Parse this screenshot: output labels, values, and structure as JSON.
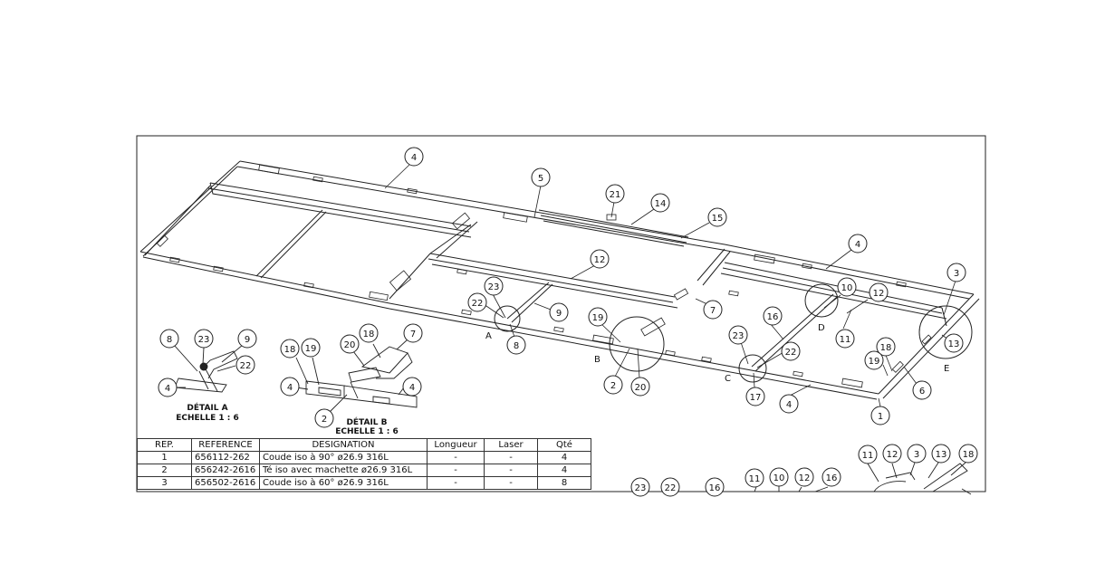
{
  "balloons": {
    "b1": "1",
    "b2": "2",
    "b3": "3",
    "b4": "4",
    "b5": "5",
    "b6": "6",
    "b7": "7",
    "b8": "8",
    "b9": "9",
    "b10": "10",
    "b11": "11",
    "b12": "12",
    "b13": "13",
    "b14": "14",
    "b15": "15",
    "b16": "16",
    "b17": "17",
    "b18": "18",
    "b19": "19",
    "b20": "20",
    "b21": "21",
    "b22": "22",
    "b23": "23"
  },
  "detail_letters": {
    "a": "A",
    "b": "B",
    "c": "C",
    "d": "D",
    "e": "E"
  },
  "detail_a": {
    "title": "DÉTAIL A",
    "scale": "ECHELLE 1 : 6"
  },
  "detail_b": {
    "title": "DÉTAIL B",
    "scale": "ECHELLE 1 : 6"
  },
  "bom": {
    "headers": [
      "REP.",
      "REFERENCE",
      "DESIGNATION",
      "Longueur",
      "Laser",
      "Qté"
    ],
    "rows": [
      [
        "1",
        "656112-262",
        "Coude iso à 90°  ø26.9  316L",
        "-",
        "-",
        "4"
      ],
      [
        "2",
        "656242-2616",
        "Té iso avec machette ø26.9  316L",
        "-",
        "-",
        "4"
      ],
      [
        "3",
        "656502-2616",
        "Coude iso à 60°  ø26.9  316L",
        "-",
        "-",
        "8"
      ]
    ]
  },
  "colors": {
    "line": "#222222",
    "paper": "#ffffff"
  }
}
